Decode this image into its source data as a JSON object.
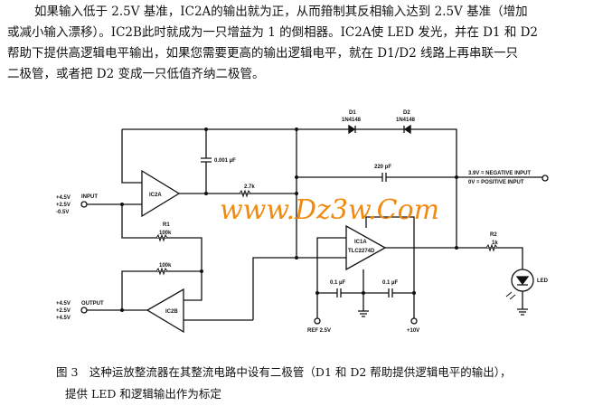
{
  "text": {
    "line1": "如果输入低于 2.5V 基准，IC2A的输出就为正，从而箝制其反相输入达到 2.5V 基准（增加",
    "line2": "或减小输入漂移）。IC2B此时就成为一只增益为 1 的倒相器。IC2A使 LED 发光，并在 D1 和 D2",
    "line3": "帮助下提供高逻辑电平输出，如果您需要更高的输出逻辑电平，就在 D1/D2 线路上再串联一只",
    "line4": "二极管，或者把 D2 变成一只低值齐纳二极管。"
  },
  "diagram": {
    "input_label": "INPUT",
    "input_levels": [
      "+4.5V",
      "+2.5V",
      "-0.5V"
    ],
    "output_label": "OUTPUT",
    "output_levels": [
      "+4.5V",
      "+2.5V",
      "+4.5V"
    ],
    "ic2a": "IC2A",
    "ic2b": "IC2B",
    "ic1a": "IC1A",
    "ic1a_part": "TLC2274D",
    "c1": "0.001 µF",
    "r_27k": "2.7k",
    "r1_name": "R1",
    "r1_value": "100k",
    "r_100k": "100k",
    "d1_name": "D1",
    "d1_part": "1N4148",
    "d2_name": "D2",
    "d2_part": "1N4148",
    "c_220": "220 pF",
    "logic_neg": "3.9V = NEGATIVE INPUT",
    "logic_pos": "0V = POSITIVE INPUT",
    "c_01a": "0.1 µF",
    "c_01b": "0.1 µF",
    "ref": "REF 2.5V",
    "supply": "+10V",
    "r2_name": "R2",
    "r2_value": "1k",
    "led": "LED",
    "watermark": "www.Dz3w.Com"
  },
  "caption": {
    "line1": "图 3　这种运放整流器在其整流电路中设有二极管（D1 和 D2 帮助提供逻辑电平的输出），",
    "line2": "提供 LED 和逻辑输出作为标定"
  }
}
